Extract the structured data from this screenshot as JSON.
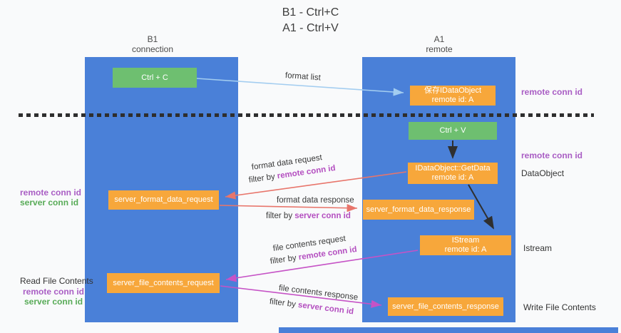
{
  "title": {
    "line1": "B1 - Ctrl+C",
    "line2": "A1 - Ctrl+V"
  },
  "columns": {
    "left": {
      "title": "B1",
      "subtitle": "connection"
    },
    "right": {
      "title": "A1",
      "subtitle": "remote"
    }
  },
  "nodes": {
    "ctrl_c": {
      "label": "Ctrl + C"
    },
    "ctrl_v": {
      "label": "Ctrl + V"
    },
    "save_idataobject": {
      "line1": "保存IDataObject",
      "line2": "remote id: A"
    },
    "getdata": {
      "line1": "IDataObject::GetData",
      "line2": "remote id: A"
    },
    "istream": {
      "line1": "IStream",
      "line2": "remote id: A"
    },
    "format_request": {
      "label": "server_format_data_request"
    },
    "format_response": {
      "label": "server_format_data_response"
    },
    "file_request": {
      "label": "server_file_contents_request"
    },
    "file_response": {
      "label": "server_file_contents_response"
    }
  },
  "labels": {
    "remote_conn_id_top": "remote conn id",
    "remote_conn_id_mid": "remote conn id",
    "dataobject": "DataObject",
    "istream": "Istream",
    "write_file_contents": "Write File Contents",
    "read_file_contents": "Read File Contents",
    "left_remote_1": "remote conn id",
    "left_server_1": "server conn id",
    "left_remote_2": "remote conn id",
    "left_server_2": "server conn id"
  },
  "arrows": {
    "format_list": "format list",
    "format_data_request": "format data request",
    "format_data_response": "format data response",
    "file_contents_request": "file contents request",
    "file_contents_response": "file contents response"
  },
  "filters": [
    {
      "prefix": "filter by ",
      "value": "remote conn id"
    },
    {
      "prefix": "filter by ",
      "value": "server conn id"
    },
    {
      "prefix": "filter by ",
      "value": "remote conn id"
    },
    {
      "prefix": "filter by ",
      "value": "server conn id"
    }
  ],
  "colors": {
    "column_blue": "#4a80d8",
    "node_orange": "#f7a73b",
    "node_green": "#6ebf70",
    "arrow_lightblue": "#a3cdf0",
    "arrow_salmon": "#e8756b",
    "arrow_magenta": "#c653c6",
    "label_purple": "#a95dc4",
    "label_green": "#58ab57"
  }
}
